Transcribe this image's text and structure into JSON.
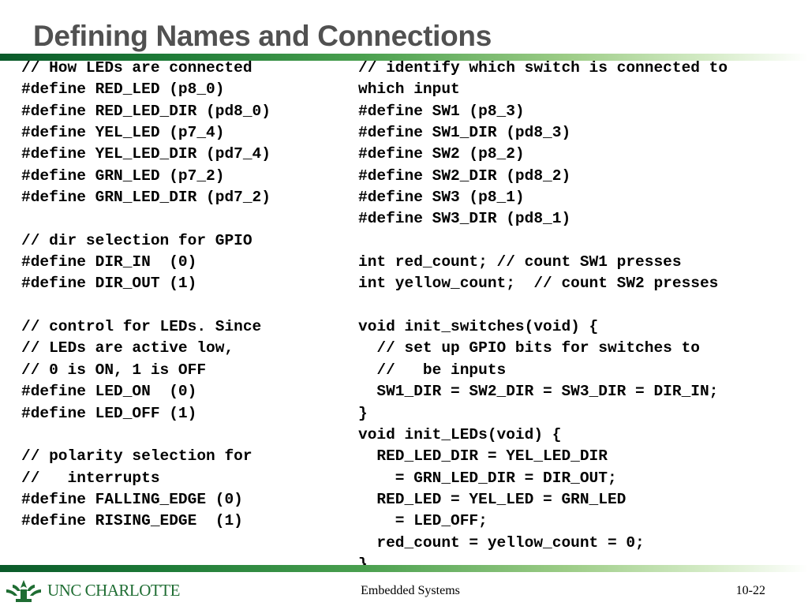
{
  "slide": {
    "title": "Defining Names and Connections",
    "colors": {
      "title": "#515151",
      "bar_dark": "#0a5a2a",
      "bar_light": "#d6ecc8",
      "logo_green": "#1f6d33"
    }
  },
  "code": {
    "left_lines": [
      "// How LEDs are connected",
      "#define RED_LED (p8_0)",
      "#define RED_LED_DIR (pd8_0)",
      "#define YEL_LED (p7_4)",
      "#define YEL_LED_DIR (pd7_4)",
      "#define GRN_LED (p7_2)",
      "#define GRN_LED_DIR (pd7_2)",
      "",
      "// dir selection for GPIO",
      "#define DIR_IN  (0)",
      "#define DIR_OUT (1)",
      "",
      "// control for LEDs. Since",
      "// LEDs are active low,",
      "// 0 is ON, 1 is OFF",
      "#define LED_ON  (0)",
      "#define LED_OFF (1)",
      "",
      "// polarity selection for",
      "//   interrupts",
      "#define FALLING_EDGE (0)",
      "#define RISING_EDGE  (1)"
    ],
    "right_lines": [
      "// identify which switch is connected to",
      "which input",
      "#define SW1 (p8_3)",
      "#define SW1_DIR (pd8_3)",
      "#define SW2 (p8_2)",
      "#define SW2_DIR (pd8_2)",
      "#define SW3 (p8_1)",
      "#define SW3_DIR (pd8_1)",
      "",
      "int red_count; // count SW1 presses",
      "int yellow_count;  // count SW2 presses",
      "",
      "void init_switches(void) {",
      "  // set up GPIO bits for switches to",
      "  //   be inputs",
      "  SW1_DIR = SW2_DIR = SW3_DIR = DIR_IN;",
      "}",
      "void init_LEDs(void) {",
      "  RED_LED_DIR = YEL_LED_DIR",
      "    = GRN_LED_DIR = DIR_OUT;",
      "  RED_LED = YEL_LED = GRN_LED",
      "    = LED_OFF;",
      "  red_count = yellow_count = 0;",
      "}"
    ]
  },
  "footer": {
    "logo_icon": "unc-charlotte-crown-icon",
    "logo_text": "UNC CHARLOTTE",
    "center_text": "Embedded Systems",
    "page_number": "10-22"
  }
}
